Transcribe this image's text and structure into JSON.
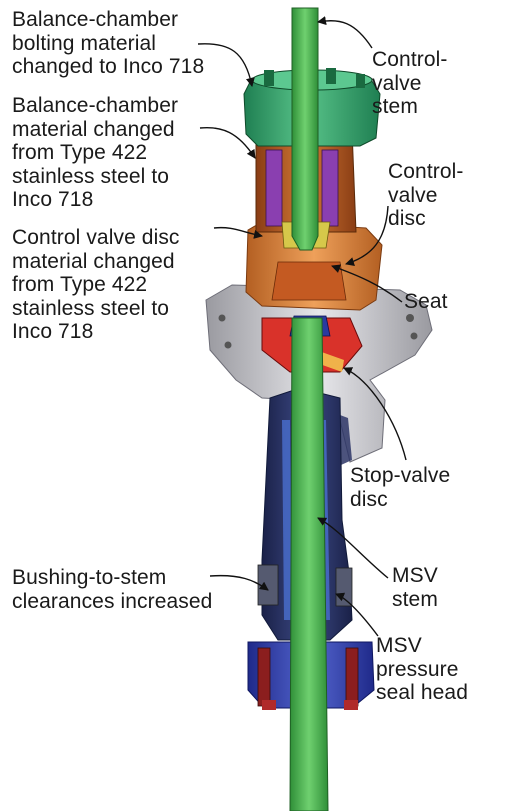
{
  "labels": {
    "balance_bolting": "Balance-chamber\nbolting material\nchanged to Inco 718",
    "balance_material": "Balance-chamber\nmaterial changed\nfrom Type 422\nstainless steel to\nInco 718",
    "control_disc_material": "Control valve disc\nmaterial changed\nfrom Type 422\nstainless steel to\nInco 718",
    "control_valve_stem": "Control-\nvalve\nstem",
    "control_valve_disc": "Control-\nvalve\ndisc",
    "seat": "Seat",
    "stop_valve_disc": "Stop-valve\ndisc",
    "bushing_clearances": "Bushing-to-stem\nclearances increased",
    "msv_stem": "MSV\nstem",
    "msv_pressure_seal_head": "MSV\npressure\nseal head"
  },
  "colors": {
    "stem_green": "#4caf50",
    "balance_chamber_green": "#3ea86a",
    "copper": "#c8682a",
    "orange_disc": "#e0893c",
    "red_stop_disc": "#d9322a",
    "body_gray": "#c9c9cc",
    "lower_body_navy": "#2a3566",
    "seal_head_blue": "#3344aa",
    "purple": "#8a3fb0"
  }
}
